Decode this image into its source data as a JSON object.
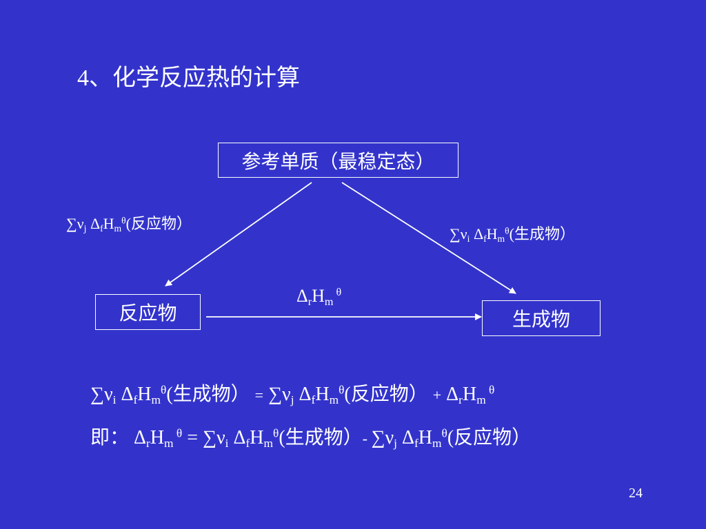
{
  "slide": {
    "title": "4、化学反应热的计算",
    "page_number": "24"
  },
  "diagram": {
    "reference_box": "参考单质（最稳定态）",
    "reactant_box": "反应物",
    "product_box": "生成物",
    "left_arrow_label": {
      "sum": "∑ν",
      "sub_j": "j",
      "delta_f": " Δ",
      "sub_f": "f",
      "H": "H",
      "sub_m": "m",
      "sup_theta": "θ",
      "paren": "(反应物）"
    },
    "right_arrow_label": {
      "sum": "∑ν",
      "sub_i": "i",
      "delta_f": " Δ",
      "sub_f": "f",
      "H": "H",
      "sub_m": "m",
      "sup_theta": "θ",
      "paren": "(生成物）"
    },
    "middle_arrow_label": {
      "delta": "Δ",
      "sub_r": "r",
      "H": "H",
      "sub_m": "m",
      "sup_theta": " θ"
    }
  },
  "equations": {
    "eq1": {
      "sum1": "∑ν",
      "sub_i": "i",
      "d1": " Δ",
      "f1": "f",
      "H1": "H",
      "m1": "m",
      "t1": "θ",
      "p1": "(生成物）",
      "equals": "=",
      "sum2": " ∑ν",
      "sub_j": "j",
      "d2": " Δ",
      "f2": "f",
      "H2": "H",
      "m2": "m",
      "t2": "θ",
      "p2": "(反应物）",
      "plus": "+",
      "d3": " Δ",
      "r3": "r",
      "H3": "H",
      "m3": "m",
      "t3": " θ"
    },
    "eq2": {
      "prefix": "即：",
      "d0": "Δ",
      "r0": "r",
      "H0": "H",
      "m0": "m",
      "t0": " θ",
      "equals": " = ",
      "sum1": "∑ν",
      "sub_i": "i",
      "d1": " Δ",
      "f1": "f",
      "H1": "H",
      "m1": "m",
      "t1": "θ",
      "p1": "(生成物）",
      "minus": "- ",
      "sum2": "∑ν",
      "sub_j": "j",
      "d2": " Δ",
      "f2": "f",
      "H2": "H",
      "m2": "m",
      "t2": "θ",
      "p2": "(反应物）"
    }
  }
}
